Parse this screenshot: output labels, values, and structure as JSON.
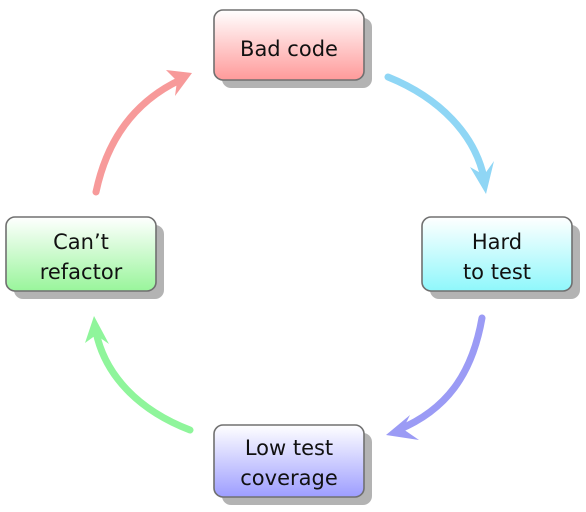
{
  "diagram": {
    "type": "cycle",
    "nodes": [
      {
        "id": "bad-code",
        "lines": [
          "Bad code"
        ],
        "color_top": "#ffffff",
        "color_bottom": "#ff9a9a",
        "arrow_color": "#8fd6f5"
      },
      {
        "id": "hard-to-test",
        "lines": [
          "Hard",
          "to test"
        ],
        "color_top": "#ffffff",
        "color_bottom": "#8ff7fb",
        "arrow_color": "#9b9bf5"
      },
      {
        "id": "low-test-coverage",
        "lines": [
          "Low test",
          "coverage"
        ],
        "color_top": "#ffffff",
        "color_bottom": "#9d9dff",
        "arrow_color": "#8ff59b"
      },
      {
        "id": "cant-refactor",
        "lines": [
          "Can’t",
          "refactor"
        ],
        "color_top": "#ffffff",
        "color_bottom": "#99f59b",
        "arrow_color": "#f79a9a"
      }
    ],
    "edges": [
      {
        "from": "bad-code",
        "to": "hard-to-test"
      },
      {
        "from": "hard-to-test",
        "to": "low-test-coverage"
      },
      {
        "from": "low-test-coverage",
        "to": "cant-refactor"
      },
      {
        "from": "cant-refactor",
        "to": "bad-code"
      }
    ]
  }
}
